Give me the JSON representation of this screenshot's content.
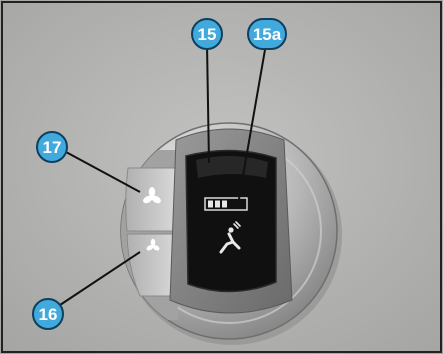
{
  "callouts": {
    "c15": "15",
    "c15a": "15a",
    "c17": "17",
    "c16": "16"
  },
  "colors": {
    "panel_background": "#b6b6b4",
    "bezel_light": "#dedede",
    "bezel_dark": "#8c8c8c",
    "display_black": "#101010",
    "callout_fill": "#41a9dc",
    "callout_stroke": "#0d3f5e",
    "leader_line": "#111111"
  },
  "icons": {
    "upper_button": "fan-high-icon",
    "lower_button": "fan-low-icon",
    "display_level": "fan-level-bars-icon",
    "display_mode": "air-distribution-icon"
  },
  "display": {
    "level_bars_lit": 3,
    "level_bars_total": 5
  }
}
